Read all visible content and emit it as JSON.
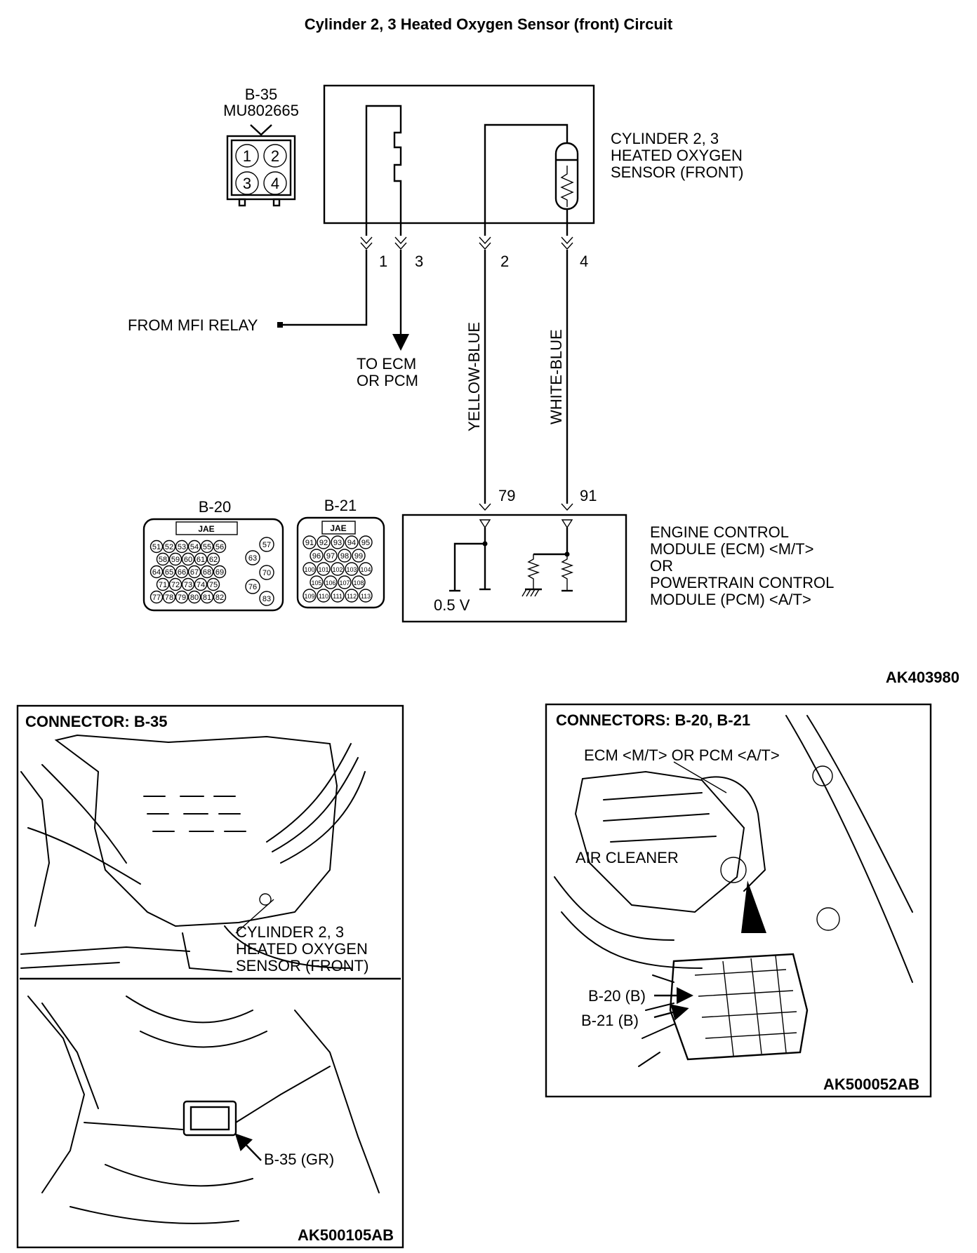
{
  "title": "Cylinder 2, 3 Heated Oxygen Sensor (front) Circuit",
  "sensor_connector": {
    "id": "B-35",
    "part": "MU802665",
    "pins": [
      "1",
      "2",
      "3",
      "4"
    ]
  },
  "sensor_label": [
    "CYLINDER 2, 3",
    "HEATED OXYGEN",
    "SENSOR (FRONT)"
  ],
  "sensor_pins": [
    "1",
    "3",
    "2",
    "4"
  ],
  "from_relay": "FROM MFI RELAY",
  "to_ecm": [
    "TO ECM",
    "OR PCM"
  ],
  "wire_colors": [
    "YELLOW-BLUE",
    "WHITE-BLUE"
  ],
  "ecm_pins": [
    "79",
    "91"
  ],
  "voltage": "0.5 V",
  "ecm_label": [
    "ENGINE CONTROL",
    "MODULE (ECM) <M/T>",
    "OR",
    "POWERTRAIN CONTROL",
    "MODULE (PCM) <A/T>"
  ],
  "b20": {
    "id": "B-20",
    "brand": "JAE",
    "rows": [
      [
        "51",
        "52",
        "53",
        "54",
        "55",
        "56"
      ],
      [
        "58",
        "59",
        "60",
        "61",
        "62"
      ],
      [
        "64",
        "65",
        "66",
        "67",
        "68",
        "69"
      ],
      [
        "71",
        "72",
        "73",
        "74",
        "75"
      ],
      [
        "77",
        "78",
        "79",
        "80",
        "81",
        "82"
      ]
    ],
    "side": [
      "57",
      "63",
      "70",
      "76",
      "83"
    ]
  },
  "b21": {
    "id": "B-21",
    "brand": "JAE",
    "rows": [
      [
        "91",
        "92",
        "93",
        "94",
        "95"
      ],
      [
        "96",
        "97",
        "98",
        "99"
      ],
      [
        "100",
        "101",
        "102",
        "103",
        "104"
      ],
      [
        "105",
        "106",
        "107",
        "108"
      ],
      [
        "109",
        "110",
        "111",
        "112",
        "113"
      ]
    ]
  },
  "fig1_code": "AK403980",
  "panel_left": {
    "heading": "CONNECTOR: B-35",
    "callout": [
      "CYLINDER 2, 3",
      "HEATED OXYGEN",
      "SENSOR (FRONT)"
    ],
    "locator": "B-35 (GR)",
    "code": "AK500105AB"
  },
  "panel_right": {
    "heading": "CONNECTORS: B-20, B-21",
    "ecm_label": "ECM <M/T> OR PCM <A/T>",
    "air_cleaner": "AIR CLEANER",
    "b20": "B-20 (B)",
    "b21": "B-21 (B)",
    "code": "AK500052AB"
  }
}
